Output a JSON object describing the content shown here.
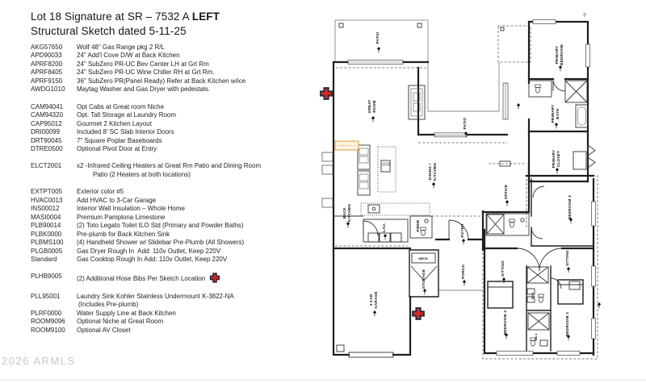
{
  "title": {
    "line1_regular": "Lot 18 Signature at SR – 7532 A ",
    "line1_bold": "LEFT",
    "line2": "Structural Sketch dated 5-11-25"
  },
  "watermark": "2026 ARMLS",
  "spec_groups": [
    {
      "items": [
        {
          "c": "AKG57650",
          "d": "Wolf 48\" Gas Range pkg 2 R/L"
        },
        {
          "c": "APD90033",
          "d": "24\" Add'l Cove D/W at Back Kitchen"
        },
        {
          "c": "APRF8200",
          "d": "24\" SubZero PR-UC Bev Center LH at Grt Rm"
        },
        {
          "c": "APRF8405",
          "d": "24\" SubZero PR-UC Wine Chiller RH at Grt Rm."
        },
        {
          "c": "APRF9150",
          "d": "36\" SubZero PR(Panel Ready) Refer at Back Kitchen w/ice"
        },
        {
          "c": "AWDG1010",
          "d": "Maytag Washer and Gas Dryer with pedestals."
        }
      ]
    },
    {
      "items": [
        {
          "c": "CAM94041",
          "d": "Opt Cabs at Great room Niche"
        },
        {
          "c": "CAM94320",
          "d": "Opt. Tall Storage at Laundry Room"
        },
        {
          "c": "CAP95012",
          "d": "Gourmet 2 Kitchen Layout"
        },
        {
          "c": "DRI00099",
          "d": "Included 8' SC Slab Interior Doors"
        },
        {
          "c": "DRT90045",
          "d": "7\" Square Poplar Baseboards"
        },
        {
          "c": "DTRE0500",
          "d": "Optional Pivot Door at Entry"
        }
      ]
    },
    {
      "items": [
        {
          "c": "ELCT2001",
          "d": "x2 -Infrared Ceiling Heaters at Great Rm Patio and Dining Room",
          "cont": "Patio (2 Heaters at both locations)"
        }
      ]
    },
    {
      "items": [
        {
          "c": "EXTPT005",
          "d": "Exterior color #5"
        },
        {
          "c": "HVAC0013",
          "d": "Add HVAC to 3-Car Garage"
        },
        {
          "c": "INS00012",
          "d": "Interior Wall Insulation – Whole Home"
        },
        {
          "c": "MASI0004",
          "d": "Premium Pamplona Limestone"
        },
        {
          "c": "PLB90014",
          "d": "(2) Toto Legato Toilet ILO Std (Primary and Powder Baths)"
        },
        {
          "c": "PLBK0000",
          "d": "Pre-plumb for Back Kitchen Sink"
        },
        {
          "c": "PLBMS100",
          "d": "(4) Handheld Shower w/ Slidebar Pre-Plumb (All Showers)"
        },
        {
          "c": "PLGB0005",
          "d": "Gas Dryer Rough In  Add: 110v Outlet, Keep 220V"
        },
        {
          "c": "Standard",
          "d": "Gas Cooktop Rough In Add: 110v Outlet, Keep 220V"
        }
      ]
    },
    {
      "items": [
        {
          "c": "PLHB9005",
          "d": "(2) Additional Hose Bibs Per Sketch Location"
        }
      ]
    },
    {
      "items": [
        {
          "c": "PLL95001",
          "d": "Laundry Sink Kohler Stainless Undermount K-3822-NA",
          "cont": "(Includes Pre-plumb)"
        },
        {
          "c": "PLRF0000",
          "d": "Water Supply Line at Back Kitchen"
        },
        {
          "c": "ROOM9096",
          "d": "Optional Niche at Great Room"
        },
        {
          "c": "ROOM9100",
          "d": "Optional AV Closet"
        }
      ]
    }
  ],
  "floorplan": {
    "rooms": {
      "patio_top": "PATIO",
      "great_room": {
        "l1": "GREAT",
        "l2": "ROOM"
      },
      "patio_court": "PATIO",
      "primary_bedroom": {
        "l1": "PRIMARY",
        "l2": "BEDROOM"
      },
      "primary_bath": {
        "l1": "PRIMARY",
        "l2": "BATH"
      },
      "primary_closet": {
        "l1": "PRIMARY",
        "l2": "CLOSET"
      },
      "office": "OFFICE",
      "bedroom2": "BEDROOM 2",
      "dining_kitchen": {
        "l1": "DINING /",
        "l2": "KITCHEN"
      },
      "back_kitchen": {
        "l1": "BACK",
        "l2": "KITCHEN"
      },
      "lau": "LAU.",
      "pwdr": "PWDR",
      "foyer": "FOYER",
      "mech": "MECH.",
      "storage": "STORAGE",
      "porch": "PORCH",
      "garage": {
        "l1": "3 CAR",
        "l2": "GARAGE"
      },
      "sitting_left": "SITTING",
      "sitting_right": "SITTING",
      "bedroom4": "BEDROOM 4",
      "bedroom3": "BEDROOM 3",
      "ba3": "BA 3",
      "ba4": "BA 4"
    },
    "colors": {
      "cross_fill": "#d8261c",
      "cross_outline": "#1d2b3f",
      "highlight_border": "#e49b3a",
      "highlight_fill": "#fdf3e2"
    }
  }
}
